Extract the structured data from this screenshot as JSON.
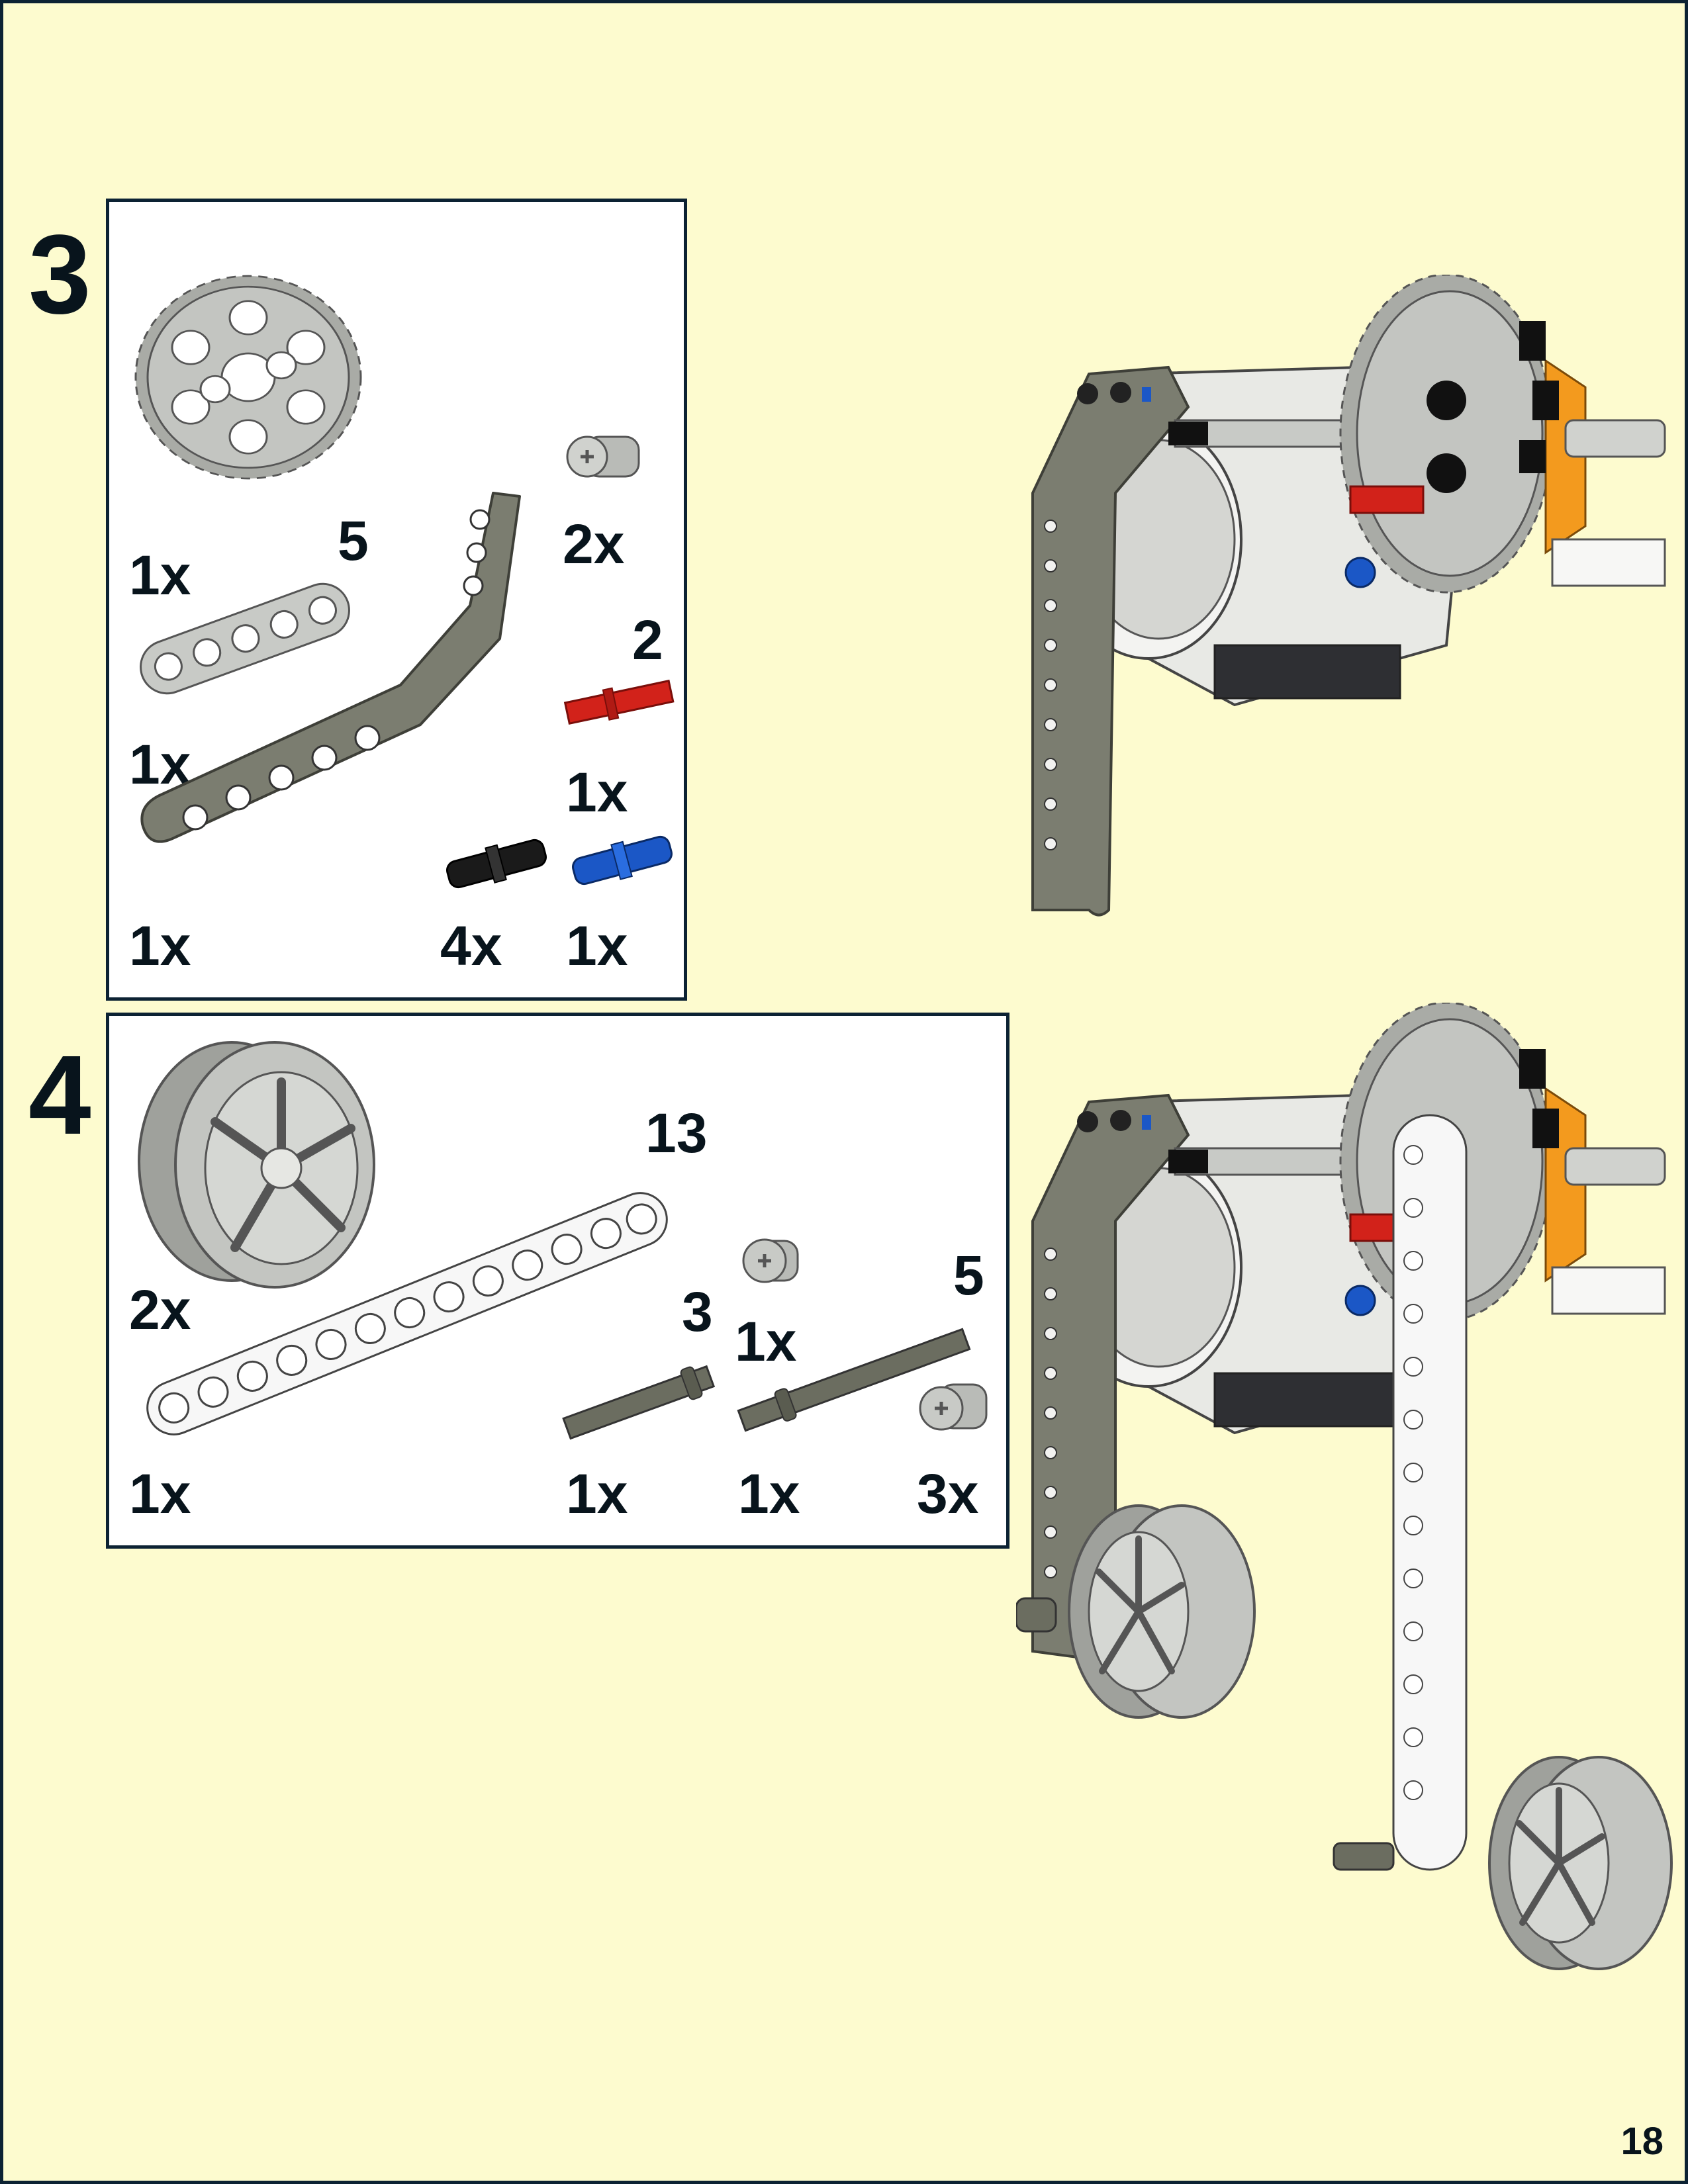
{
  "steps": [
    {
      "number": "3",
      "parts": {
        "gear_qty": "1x",
        "beam5_len": "5",
        "beam5_qty": "1x",
        "angle_beam_qty": "1x",
        "bush_qty": "2x",
        "axle_len": "2",
        "axle_qty": "1x",
        "black_pin_qty": "4x",
        "blue_pin_qty": "1x"
      }
    },
    {
      "number": "4",
      "parts": {
        "wheel_qty": "2x",
        "beam13_len": "13",
        "beam13_qty": "1x",
        "bush_qty": "1x",
        "axle3_len": "3",
        "axle3_qty": "1x",
        "axle5_len": "5",
        "axle5_qty": "1x",
        "half_bush_qty": "3x"
      }
    }
  ],
  "page_number": "18",
  "colors": {
    "background": "#fdfbcf",
    "border": "#0c2233",
    "light_gray": "#c4c6c2",
    "dark_gray": "#7b7d70",
    "red": "#d2221a",
    "blue": "#1b57c6",
    "black": "#111111",
    "orange": "#f39a1e"
  }
}
